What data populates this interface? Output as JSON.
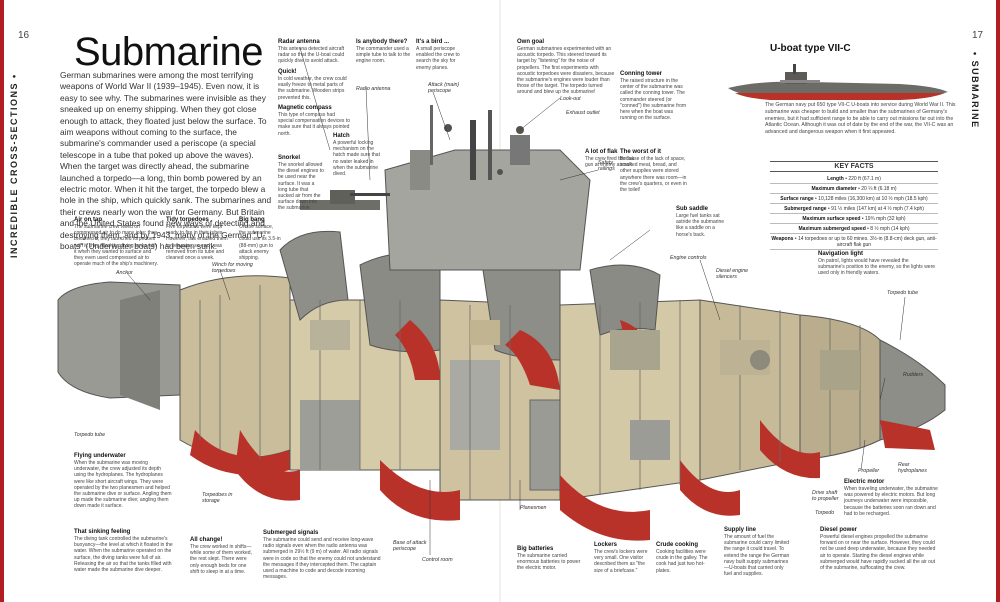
{
  "page": {
    "left_number": "16",
    "right_number": "17",
    "left_side": "INCREDIBLE CROSS-SECTIONS •",
    "right_side": "• SUBMARINE"
  },
  "title": "Submarine",
  "intro": "German submarines were among the most terrifying weapons of World War II (1939–1945). Even now, it is easy to see why. The submarines were invisible as they sneaked up on enemy shipping. When they got close enough to attack, they floated just below the surface. To aim weapons without coming to the surface, the submarine's commander used a periscope (a special telescope in a tube that poked up above the waves). When the target was directly ahead, the submarine launched a torpedo—a long, thin bomb powered by an electric motor. When it hit the target, the torpedo blew a hole in the ship, which quickly sank. The submarines and their crews nearly won the war for Germany. But Britain and the United States found new ways of detecting and destroying them, and by 1943, many of the German \"U-boats\" (Underwater boats) had been sunk.",
  "boxes": {
    "radar": {
      "title": "Radar antenna",
      "text": "This antenna detected aircraft radar so that the U-boat could quickly dive to avoid attack."
    },
    "quick": {
      "title": "Quick!",
      "text": "In cold weather, the crew could easily freeze to metal parts of the submarine. Wooden strips prevented this."
    },
    "compass": {
      "title": "Magnetic compass",
      "text": "This type of compass had special compensation devices to make sure that it always pointed north."
    },
    "snorkel": {
      "title": "Snorkel",
      "text": "The snorkel allowed the diesel engines to be used near the surface. It was a long tube that sucked air from the surface down into the submarine."
    },
    "anybody": {
      "title": "Is anybody there?",
      "text": "The commander used a simple tube to talk to the engine room."
    },
    "hatch": {
      "title": "Hatch",
      "text": "A powerful locking mechanism on the hatch made sure that no water leaked in when the submarine dived."
    },
    "bird": {
      "title": "It's a bird ...",
      "text": "A small periscope enabled the crew to search the sky for enemy planes."
    },
    "owngoal": {
      "title": "Own goal",
      "text": "German submarines experimented with an acoustic torpedo. This steered toward its target by \"listening\" for the noise of propellers. The first experiments with acoustic torpedoes were disasters, because the submarine's engines were louder than those of the target. The torpedo turned around and blew up the submarine!"
    },
    "conning": {
      "title": "Conning tower",
      "text": "The raised structure in the center of the submarine was called the conning tower. The commander steered (or \"conned\") the submarine from here when the boat was running on the surface."
    },
    "flak": {
      "title": "A lot of flak",
      "text": "The crew fired the flak gun at enemy aircraft."
    },
    "worst": {
      "title": "The worst of it",
      "text": "Because of the lack of space, smoked meat, bread, and other supplies were stored anywhere there was room—in the crew's quarters, or even in the toilet!"
    },
    "saddle": {
      "title": "Sub saddle",
      "text": "Large fuel tanks sat astride the submarine like a saddle on a horse's back."
    },
    "airontap": {
      "title": "Air on tap",
      "text": "The submarine crew relied on compressed air to do many jobs: they breathed it; they launched torpedoes with it; they filled the diving tanks with it when they wanted to surface and they even used compressed air to operate much of the ship's machinery."
    },
    "tidy": {
      "title": "Tidy torpedoes",
      "text": "Five torpedoes were kept ready to fire in their tubes. However, this enabled them to seawater, so each was removed from its tube and cleaned once a week."
    },
    "bigbang": {
      "title": "Big bang",
      "text": "On the surface, the submarine could use its 3.5-in (88-mm) gun to attack enemy shipping."
    },
    "flying": {
      "title": "Flying underwater",
      "text": "When the submarine was moving underwater, the crew adjusted its depth using the hydroplanes. The hydroplanes were like short aircraft wings. They were operated by the two planesmen and helped the submarine dive or surface. Angling them up made the submarine dive; angling them down made it surface."
    },
    "sinking": {
      "title": "That sinking feeling",
      "text": "The diving tank controlled the submarine's buoyancy—the level at which it floated in the water. When the submarine operated on the surface, the diving tanks were full of air. Releasing the air so that the tanks filled with water made the submarine dive deeper."
    },
    "allchange": {
      "title": "All change!",
      "text": "The crew worked in shifts—while some of them worked, the rest slept. There were only enough beds for one shift to sleep in at a time."
    },
    "signals": {
      "title": "Submerged signals",
      "text": "The submarine could send and receive long-wave radio signals even when the radio antenna was submerged in 29½ ft (9 m) of water. All radio signals were in code so that the enemy could not understand the messages if they intercepted them. The captain used a machine to code and decode incoming messages."
    },
    "batteries": {
      "title": "Big batteries",
      "text": "The submarine carried enormous batteries to power the electric motor."
    },
    "lockers": {
      "title": "Lockers",
      "text": "The crew's lockers were very small. One visitor described them as \"the size of a briefcase.\""
    },
    "crude": {
      "title": "Crude cooking",
      "text": "Cooking facilities were crude in the galley. The cook had just two hot-plates."
    },
    "supply": {
      "title": "Supply line",
      "text": "The amount of fuel the submarine could carry limited the range it could travel. To extend the range the German navy built supply submarines—U-boats that carried only fuel and supplies."
    },
    "diesel": {
      "title": "Diesel power",
      "text": "Powerful diesel engines propelled the submarine forward on or near the surface. However, they could not be used deep underwater, because they needed air to operate. Starting the diesel engines while submerged would have rapidly sucked all the air out of the submarine, suffocating the crew."
    },
    "motor": {
      "title": "Electric motor",
      "text": "When traveling underwater, the submarine was powered by electric motors. But long journeys underwater were impossible, because the batteries soon ran down and had to be recharged."
    },
    "navlight": {
      "title": "Navigation light",
      "text": "On patrol, lights would have revealed the submarine's position to the enemy, so the lights were used only in friendly waters."
    }
  },
  "labels": {
    "radio_antenna": "Radio antenna",
    "attack_periscope": "Attack (main) periscope",
    "lookout": "Look-out",
    "exhaust": "Exhaust outlet",
    "safety": "Safety railings",
    "anchor": "Anchor",
    "winch": "Winch for moving torpedoes",
    "torpedo_tube": "Torpedo tube",
    "torpedoes_storage": "Torpedoes in storage",
    "planesmen": "Planesmen",
    "base_periscope": "Base of attack periscope",
    "control_room": "Control room",
    "engine_controls": "Engine controls",
    "diesel_silencers": "Diesel engine silencers",
    "torpedo_tube2": "Torpedo tube",
    "rudders": "Rudders",
    "rear_hydroplanes": "Rear hydroplanes",
    "propeller": "Propeller",
    "drive_shaft": "Drive shaft to propeller",
    "torpedo": "Torpedo"
  },
  "uboat": {
    "title": "U-boat type VII-C",
    "text": "The German navy put 650 type VII-C U-boats into service during World War II. This submarine was cheaper to build and smaller than the submarines of Germany's enemies, but it had sufficient range to be able to carry out missions far out into the Atlantic Ocean. Although it was out of date by the end of the war, the VII-C was an advanced and dangerous weapon when it first appeared."
  },
  "key_facts": {
    "title": "KEY FACTS",
    "rows": [
      {
        "k": "Length",
        "v": "• 220 ft (67.1 m)"
      },
      {
        "k": "Maximum diameter",
        "v": "• 20 ¼ ft (6.18 m)"
      },
      {
        "k": "Surface range",
        "v": "• 10,128 miles (16,300 km) at 10 ½ mph (18.5 kph)"
      },
      {
        "k": "Submerged range",
        "v": "• 91 ½ miles (147 km) at 4 ½ mph (7.4 kph)"
      },
      {
        "k": "Maximum surface speed",
        "v": "• 19¾ mph (32 kph)"
      },
      {
        "k": "Maximum submerged speed",
        "v": "• 8 ½ mph (14 kph)"
      },
      {
        "k": "Weapons",
        "v": "• 14 torpedoes or up to 60 mines. 3½-in (8.8-cm) deck gun, anti-aircraft flak gun"
      }
    ]
  },
  "colors": {
    "hull_red": "#b8322a",
    "steel": "#8c8d88",
    "interior": "#d8ccaa",
    "accent": "#b21d24"
  }
}
